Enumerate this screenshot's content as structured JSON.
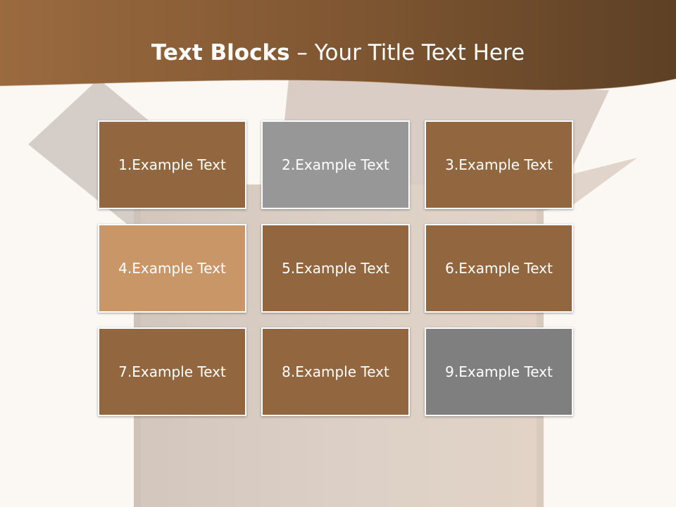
{
  "title": {
    "bold": "Text Blocks",
    "dash": " – ",
    "rest": "Your Title Text Here"
  },
  "colors": {
    "header_start": "#9b6a3f",
    "header_end": "#5d4025",
    "brown_block": "#92673f",
    "light_block": "#c99667",
    "gray_block_light": "#979797",
    "gray_block_dark": "#7f7f7f",
    "box_shadow_tone": "#d5c8be"
  },
  "blocks": [
    {
      "label": "1.Example Text",
      "color": "#92673f"
    },
    {
      "label": "2.Example Text",
      "color": "#979797"
    },
    {
      "label": "3.Example Text",
      "color": "#92673f"
    },
    {
      "label": "4.Example Text",
      "color": "#c99667"
    },
    {
      "label": "5.Example Text",
      "color": "#92673f"
    },
    {
      "label": "6.Example Text",
      "color": "#92673f"
    },
    {
      "label": "7.Example Text",
      "color": "#92673f"
    },
    {
      "label": "8.Example Text",
      "color": "#92673f"
    },
    {
      "label": "9.Example Text",
      "color": "#7f7f7f"
    }
  ]
}
